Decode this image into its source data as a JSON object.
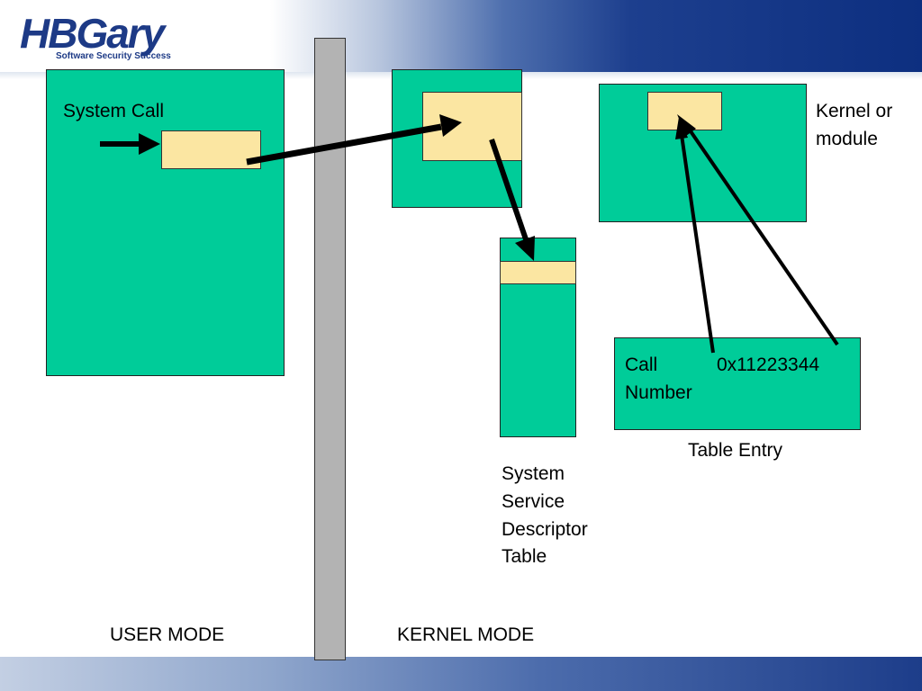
{
  "logo": {
    "brand": "HBGary",
    "tagline": "Software Security Success"
  },
  "labels": {
    "system_call": "System Call",
    "kernel_or_module_line1": "Kernel or",
    "kernel_or_module_line2": "module",
    "call_number_line1": "Call",
    "call_number_line2": "Number",
    "address": "0x11223344",
    "table_entry": "Table Entry",
    "ssdt_line1": "System",
    "ssdt_line2": "Service",
    "ssdt_line3": "Descriptor",
    "ssdt_line4": "Table",
    "user_mode": "USER MODE",
    "kernel_mode": "KERNEL MODE"
  },
  "colors": {
    "block_fill": "#00cc99",
    "entry_fill": "#fbe6a2",
    "divider": "#b3b3b3",
    "brand_blue": "#1d3a86"
  }
}
